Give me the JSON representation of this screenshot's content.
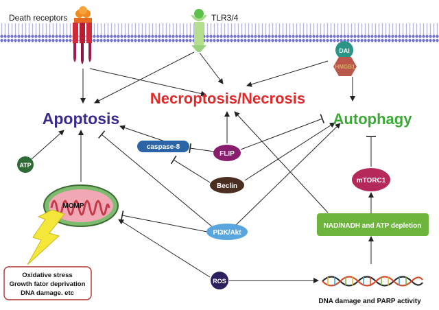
{
  "membrane": {
    "death_receptors": "Death receptors",
    "tlr": "TLR3/4"
  },
  "outcomes": {
    "apoptosis": "Apoptosis",
    "necroptosis": "Necroptosis/Necrosis",
    "autophagy": "Autophagy"
  },
  "nodes": {
    "dai": "DAI",
    "hmgb1": "HMGB1",
    "atp": "ATP",
    "caspase8": "caspase-8",
    "flip": "FLIP",
    "beclin": "Beclin",
    "pi3k": "PI3K/Akt",
    "ros": "ROS",
    "momp": "MOMP",
    "mtorc1": "mTORC1",
    "nad_depletion": "NAD/NADH and ATP depletion",
    "dna_damage": "DNA damage and PARP activity"
  },
  "stress_box": {
    "line1": "Oxidative stress",
    "line2": "Growth fator deprivation",
    "line3": "DNA damage. etc"
  },
  "colors": {
    "apoptosis": "#3b2a8a",
    "necroptosis": "#e02a2a",
    "autophagy": "#3aaa35",
    "membrane": "#6f6fc8",
    "atp": "#2e6b35",
    "caspase8": "#2c64a8",
    "flip": "#8a1e6e",
    "beclin": "#4a2e22",
    "pi3k": "#58a6dd",
    "ros": "#2d1e5e",
    "mtorc1": "#b5295a",
    "nad_box": "#6cb43c",
    "dai": "#2a9486",
    "hmgb1": "#b8574a",
    "stress_border": "#b03030",
    "lightning": "#f5e63a"
  }
}
